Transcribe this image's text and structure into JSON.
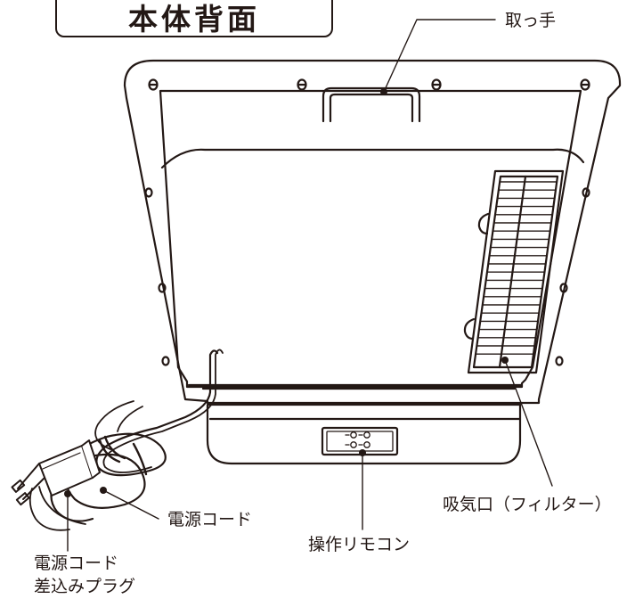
{
  "title": "本体背面",
  "labels": {
    "handle": "取っ手",
    "intake": "吸気口（フィルター）",
    "power_cord": "電源コード",
    "remote_panel": "操作リモコン",
    "plug_line1": "電源コード",
    "plug_line2": "差込みプラグ"
  }
}
